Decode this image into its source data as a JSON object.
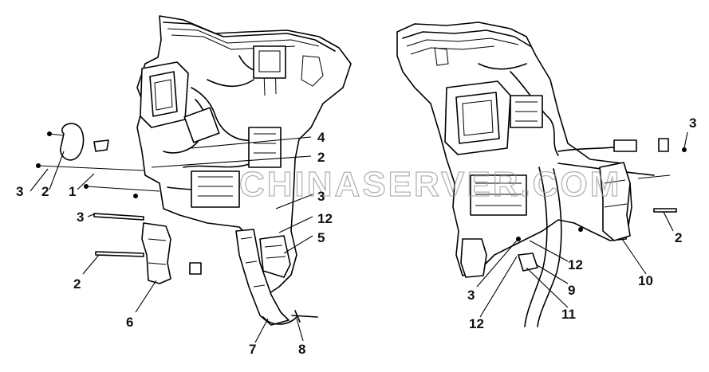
{
  "watermark": "CHINASERVER.COM",
  "left_assembly": {
    "callouts": [
      {
        "id": "4",
        "label": "4"
      },
      {
        "id": "2a",
        "label": "2"
      },
      {
        "id": "3a",
        "label": "3"
      },
      {
        "id": "2b",
        "label": "2"
      },
      {
        "id": "1",
        "label": "1"
      },
      {
        "id": "3b",
        "label": "3"
      },
      {
        "id": "3c",
        "label": "3"
      },
      {
        "id": "12",
        "label": "12"
      },
      {
        "id": "5",
        "label": "5"
      },
      {
        "id": "2c",
        "label": "2"
      },
      {
        "id": "6",
        "label": "6"
      },
      {
        "id": "7",
        "label": "7"
      },
      {
        "id": "8",
        "label": "8"
      }
    ]
  },
  "right_assembly": {
    "callouts": [
      {
        "id": "3d",
        "label": "3"
      },
      {
        "id": "2d",
        "label": "2"
      },
      {
        "id": "10",
        "label": "10"
      },
      {
        "id": "12b",
        "label": "12"
      },
      {
        "id": "9",
        "label": "9"
      },
      {
        "id": "3e",
        "label": "3"
      },
      {
        "id": "11",
        "label": "11"
      },
      {
        "id": "12c",
        "label": "12"
      }
    ]
  }
}
